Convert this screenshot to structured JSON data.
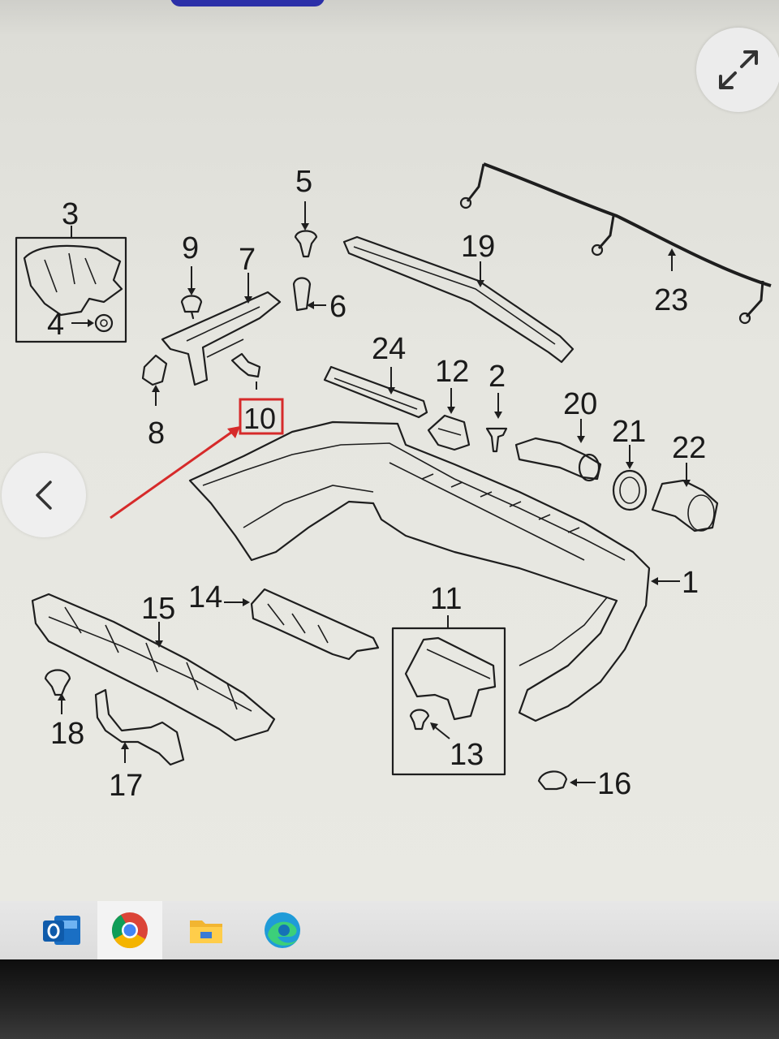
{
  "diagram": {
    "callouts": [
      "1",
      "2",
      "3",
      "4",
      "5",
      "6",
      "7",
      "8",
      "9",
      "10",
      "11",
      "12",
      "13",
      "14",
      "15",
      "16",
      "17",
      "18",
      "19",
      "20",
      "21",
      "22",
      "23",
      "24"
    ],
    "highlighted_callout": "10",
    "highlight_color": "#d62a2a"
  },
  "viewer": {
    "expand_icon": "expand-arrows-icon",
    "back_icon": "chevron-left-icon"
  },
  "taskbar": {
    "apps": [
      {
        "name": "outlook-icon",
        "color": "#1a6fc4"
      },
      {
        "name": "chrome-icon",
        "color": "#db4437",
        "active": true
      },
      {
        "name": "file-explorer-icon",
        "color": "#f2b531"
      },
      {
        "name": "edge-icon",
        "color": "#1f9bd8"
      }
    ]
  }
}
